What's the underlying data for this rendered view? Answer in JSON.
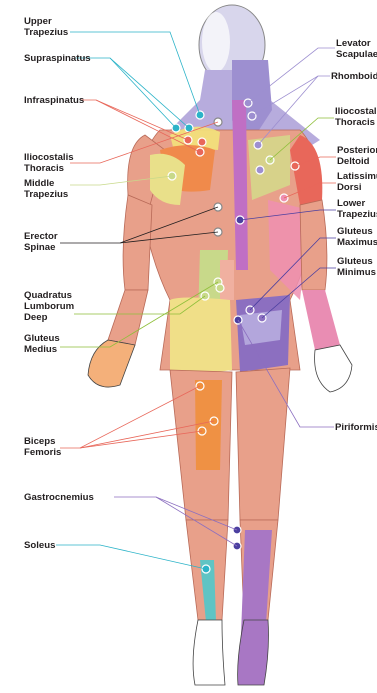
{
  "labels": {
    "upper_trapezius": "Upper\nTrapezius",
    "supraspinatus": "Supraspinatus",
    "infraspinatus": "Infraspinatus",
    "iliocostalis_thoracis_left": "Iliocostalis\nThoracis",
    "middle_trapezius": "Middle\nTrapezius",
    "erector_spinae": "Erector\nSpinae",
    "quadratus_lumborum": "Quadratus\nLumborum\nDeep",
    "gluteus_medius": "Gluteus\nMedius",
    "biceps_femoris": "Biceps\nFemoris",
    "gastrocnemius": "Gastrocnemius",
    "soleus": "Soleus",
    "levator_scapulae": "Levator\nScapulae",
    "rhomboids": "Rhomboids",
    "iliocostalis_thoracis_right": "Iliocostalis\nThoracis",
    "posterior_deltoid": "Posterior\nDeltoid",
    "latissimus_dorsi": "Latissimus\nDorsi",
    "lower_trapezius": "Lower\nTrapezius",
    "gluteus_maximus": "Gluteus\nMaximus",
    "gluteus_minimus": "Gluteus\nMinimus",
    "piriformis": "Piriformis"
  },
  "colors": {
    "skin_outline": "#3a3a3a",
    "muscle": "#e8a08a",
    "muscle_dark": "#d9826c",
    "trapezius_purple": "#9d8fd0",
    "levator_purple": "#b3a6dc",
    "erector_magenta": "#c06fc4",
    "deltoid_red": "#e8675a",
    "infraspinatus_orange": "#f08a4b",
    "supraspinatus_yellow": "#f3e27a",
    "middle_trap_yellow": "#e9e08a",
    "lat_pink": "#ee8fb0",
    "glute_max_purple": "#8c6fc0",
    "glute_med_yellow": "#f0df88",
    "ql_green": "#c8d98a",
    "biceps_orange": "#f08f3c",
    "gastroc_purple": "#a877c4",
    "soleus_teal": "#5fc4c4",
    "hand_orange": "#f4b07a",
    "forearm_pink": "#e98db3"
  }
}
